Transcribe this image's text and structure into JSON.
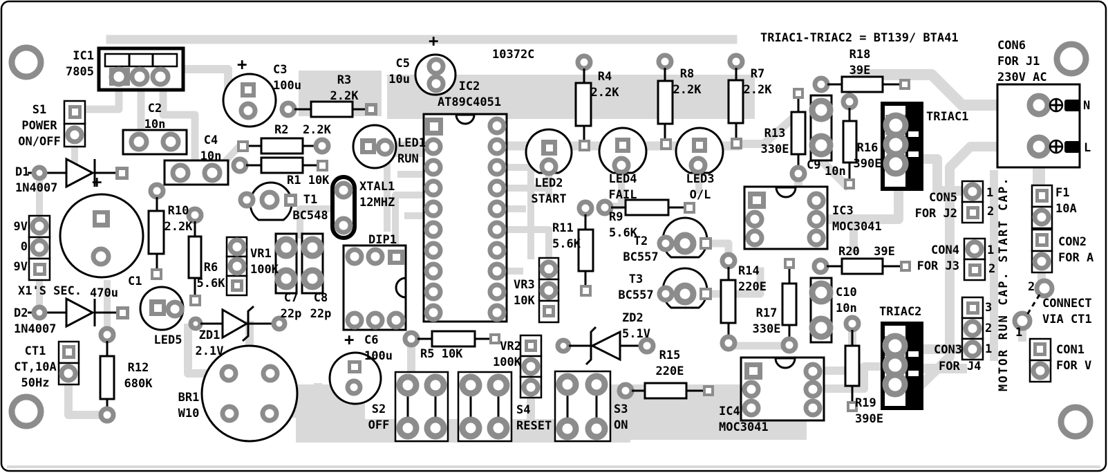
{
  "colors": {
    "trace": "#d9d9d9",
    "pad": "#8c8c8c",
    "silkscreen": "#000000",
    "board": "#ffffff"
  },
  "labels": {
    "heading": "TRIAC1-TRIAC2 = BT139/ BTA41",
    "board_id": "10372C",
    "ic1": "IC1\n7805",
    "s1": "S1\nPOWER\nON/OFF",
    "c2": "C2\n10n",
    "c4": "C4\n10n",
    "d1": "D1\n1N4007",
    "v9": "9V\n0\n9V",
    "x1sec": "X1'S SEC.",
    "c1_ref": "C1",
    "c1_val": "470u",
    "d2": "D2\n1N4007",
    "ct1": "CT1\nCT,10A\n50Hz",
    "r12": "R12\n680K",
    "led5": "LED5",
    "zd1": "ZD1\n2.1V",
    "br1": "BR1\nW10",
    "c3": "C3\n100u",
    "r3": "R3\n2.2K",
    "r2": "R2  2.2K",
    "r1": "R1 10K",
    "t1": "T1\nBC548",
    "r10": "R10\n2.2K",
    "r6": "R6\n5.6K",
    "vr1": "VR1\n100K",
    "c7": "C7\n22p",
    "c8": "C8\n22p",
    "dip1": "DIP1",
    "xtal1": "XTAL1\n12MHZ",
    "c5": "C5\n10u",
    "c6": "C6\n100u",
    "ic2": "IC2\nAT89C4051",
    "led1": "LED1\nRUN",
    "led2": "LED2\nSTART",
    "r4": "R4\n2.2K",
    "r8": "R8\n2.2K",
    "r7": "R7\n2.2K",
    "led4": "LED4\nFAIL",
    "led3": "LED3\nO/L",
    "r9": "R9\n5.6K",
    "r11": "R11\n5.6K",
    "t2": "T2\nBC557",
    "t3": "T3\nBC557",
    "vr3": "VR3\n10K",
    "r5": "R5 10K",
    "vr2": "VR2\n100K",
    "zd2": "ZD2\n5.1V",
    "r15": "R15\n220E",
    "s2": "S2\nOFF",
    "s4": "S4\nRESET",
    "s3": "S3\nON",
    "ic4": "IC4\nMOC3041",
    "ic3": "IC3\nMOC3041",
    "r13": "R13\n330E",
    "c9_ref": "C9",
    "c9_val": "10n",
    "r16": "R16\n390E",
    "r18": "R18\n39E",
    "triac1": "TRIAC1",
    "triac2": "TRIAC2",
    "r14": "R14\n220E",
    "r17": "R17\n330E",
    "c10": "C10\n10n",
    "r20": "R20  39E",
    "r19": "R19\n390E",
    "con5": "CON5\nFOR J2",
    "con4": "CON4\nFOR J3",
    "con3_ref": "CON3",
    "con3_val": "FOR J4",
    "con2": "CON2\nFOR A",
    "con1": "CON1\nFOR V",
    "f1": "F1\n10A",
    "con6": "CON6\nFOR J1\n230V AC",
    "n": "N",
    "l": "L",
    "connect": "CONNECT\nVIA CT1",
    "motor_cap": "MOTOR RUN CAP. START CAP.",
    "plus": "+"
  },
  "pins": {
    "con5": [
      "1",
      "2"
    ],
    "con4": [
      "1",
      "2"
    ],
    "con3": [
      "3",
      "2",
      "1"
    ],
    "ct": [
      "2",
      "1"
    ]
  }
}
